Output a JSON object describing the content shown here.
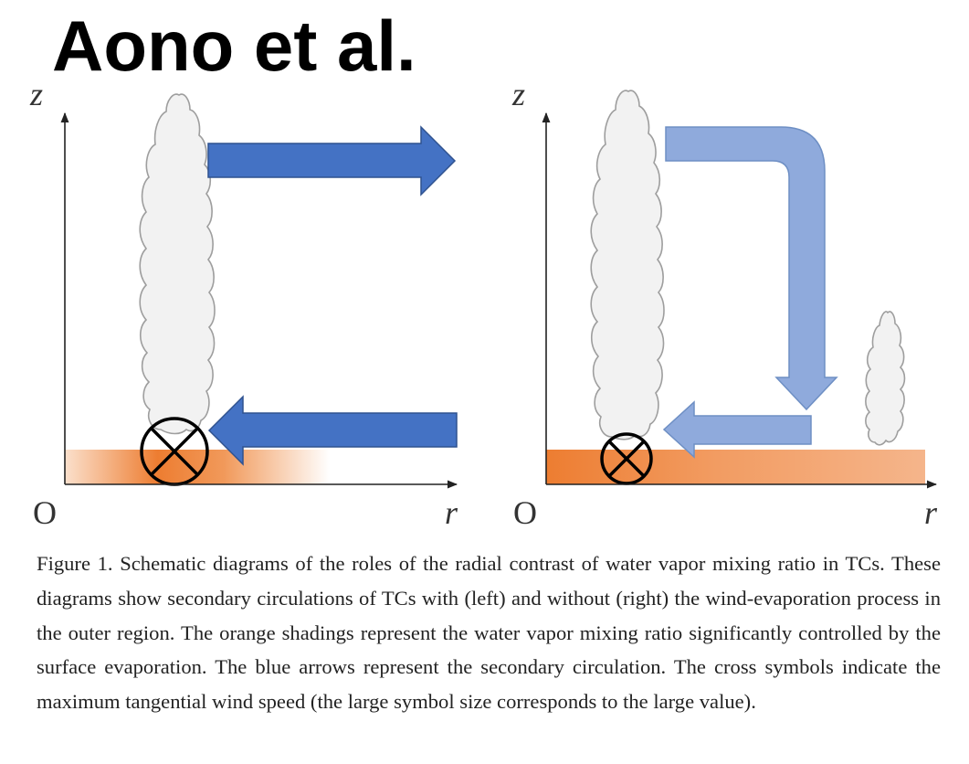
{
  "title": "Aono et al.",
  "left_panel": {
    "axis_z": "z",
    "axis_r": "r",
    "origin": "O"
  },
  "right_panel": {
    "axis_z": "z",
    "axis_r": "r",
    "origin": "O"
  },
  "colors": {
    "orange_shading": "#ed7d31",
    "arrow_blue_strong": "#4472c4",
    "arrow_blue_light": "#8faadc",
    "cloud_fill": "#f2f2f2",
    "cloud_stroke": "#9e9e9e"
  },
  "caption": "Figure 1. Schematic diagrams of the roles of the radial contrast of water vapor mixing ratio in TCs. These diagrams show secondary circulations of TCs with (left) and without (right) the wind-evaporation process in the outer region. The orange shadings represent the water vapor mixing ratio significantly controlled by the surface evaporation. The blue arrows represent the secondary circulation. The cross symbols indicate the maximum tangential wind speed (the large symbol size corresponds to the large value)."
}
